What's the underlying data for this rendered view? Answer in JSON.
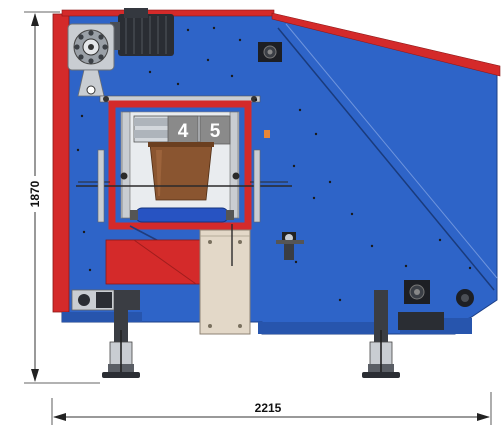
{
  "dimensions": {
    "height_label": "1870",
    "width_label": "2215"
  },
  "badges": {
    "left": "4",
    "right": "5"
  },
  "colors": {
    "body_blue": "#2e64c8",
    "frame_red": "#d42a2a",
    "motor_dark": "#2a2d33",
    "steel_grey": "#c9cdd2",
    "panel_beige": "#e3d8c8",
    "pot_brown": "#8a5530",
    "badge_grey": "#8a8a8a"
  }
}
